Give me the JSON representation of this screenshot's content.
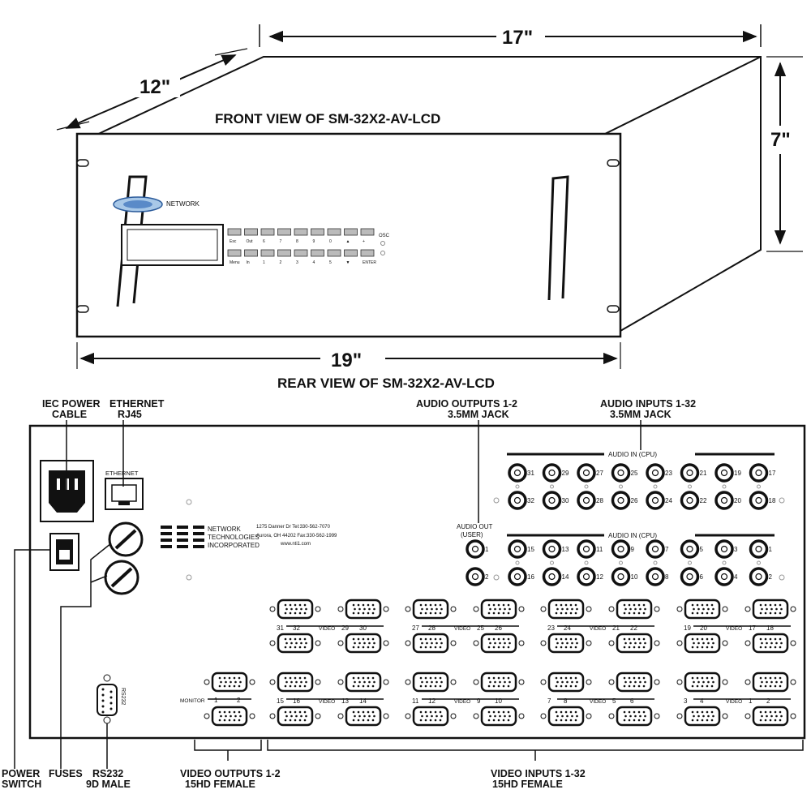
{
  "front": {
    "title": "FRONT VIEW OF SM-32X2-AV-LCD",
    "dim_depth": "12\"",
    "dim_width": "17\"",
    "dim_height": "7\"",
    "dim_rack": "19\"",
    "brand": "NETWORK",
    "keys_top": [
      "Esc",
      "Out",
      "6",
      "7",
      "8",
      "9",
      "0",
      "▲",
      "+"
    ],
    "keys_bottom": [
      "Menu",
      "In",
      "1",
      "2",
      "3",
      "4",
      "5",
      "▼",
      "ENTER"
    ],
    "led_label": "OSC"
  },
  "rear": {
    "title": "REAR VIEW OF SM-32X2-AV-LCD",
    "callouts": {
      "iec_power": [
        "IEC POWER",
        "CABLE"
      ],
      "ethernet": [
        "ETHERNET",
        "RJ45"
      ],
      "audio_outputs": [
        "AUDIO OUTPUTS 1-2",
        "3.5MM JACK"
      ],
      "audio_inputs": [
        "AUDIO INPUTS 1-32",
        "3.5MM JACK"
      ],
      "power_switch": [
        "POWER",
        "SWITCH"
      ],
      "fuses": "FUSES",
      "rs232": [
        "RS232",
        "9D MALE"
      ],
      "video_outputs": [
        "VIDEO OUTPUTS 1-2",
        "15HD FEMALE"
      ],
      "video_inputs": [
        "VIDEO INPUTS 1-32",
        "15HD FEMALE"
      ]
    },
    "ethernet_port_label": "ETHERNET",
    "company": [
      "NETWORK",
      "TECHNOLOGIES",
      "INCORPORATED"
    ],
    "address": [
      "1275 Danner Dr    Tel:330-562-7070",
      "Aurora, OH 44202  Fax:330-562-1999",
      "www.nti1.com"
    ],
    "audio_in_label": "AUDIO IN (CPU)",
    "audio_out_label": [
      "AUDIO OUT",
      "(USER)"
    ],
    "audio_out_jacks": [
      "1",
      "2"
    ],
    "audio_row1": [
      "31",
      "29",
      "27",
      "25",
      "23",
      "21",
      "19",
      "17"
    ],
    "audio_row2": [
      "32",
      "30",
      "28",
      "26",
      "24",
      "22",
      "20",
      "18"
    ],
    "audio_row3": [
      "15",
      "13",
      "11",
      "9",
      "7",
      "5",
      "3",
      "1"
    ],
    "audio_row4": [
      "16",
      "14",
      "12",
      "10",
      "8",
      "6",
      "4",
      "2"
    ],
    "video_word": "VIDEO",
    "monitor_word": "MONITOR",
    "monitor_nums": [
      "1",
      "2"
    ],
    "video_upper": [
      [
        "31",
        "32",
        "29",
        "30"
      ],
      [
        "27",
        "28",
        "25",
        "26"
      ],
      [
        "23",
        "24",
        "21",
        "22"
      ],
      [
        "19",
        "20",
        "17",
        "18"
      ]
    ],
    "video_lower": [
      [
        "15",
        "16",
        "13",
        "14"
      ],
      [
        "11",
        "12",
        "9",
        "10"
      ],
      [
        "7",
        "8",
        "5",
        "6"
      ],
      [
        "3",
        "4",
        "1",
        "2"
      ]
    ],
    "rs232_port_label": "RS232"
  }
}
